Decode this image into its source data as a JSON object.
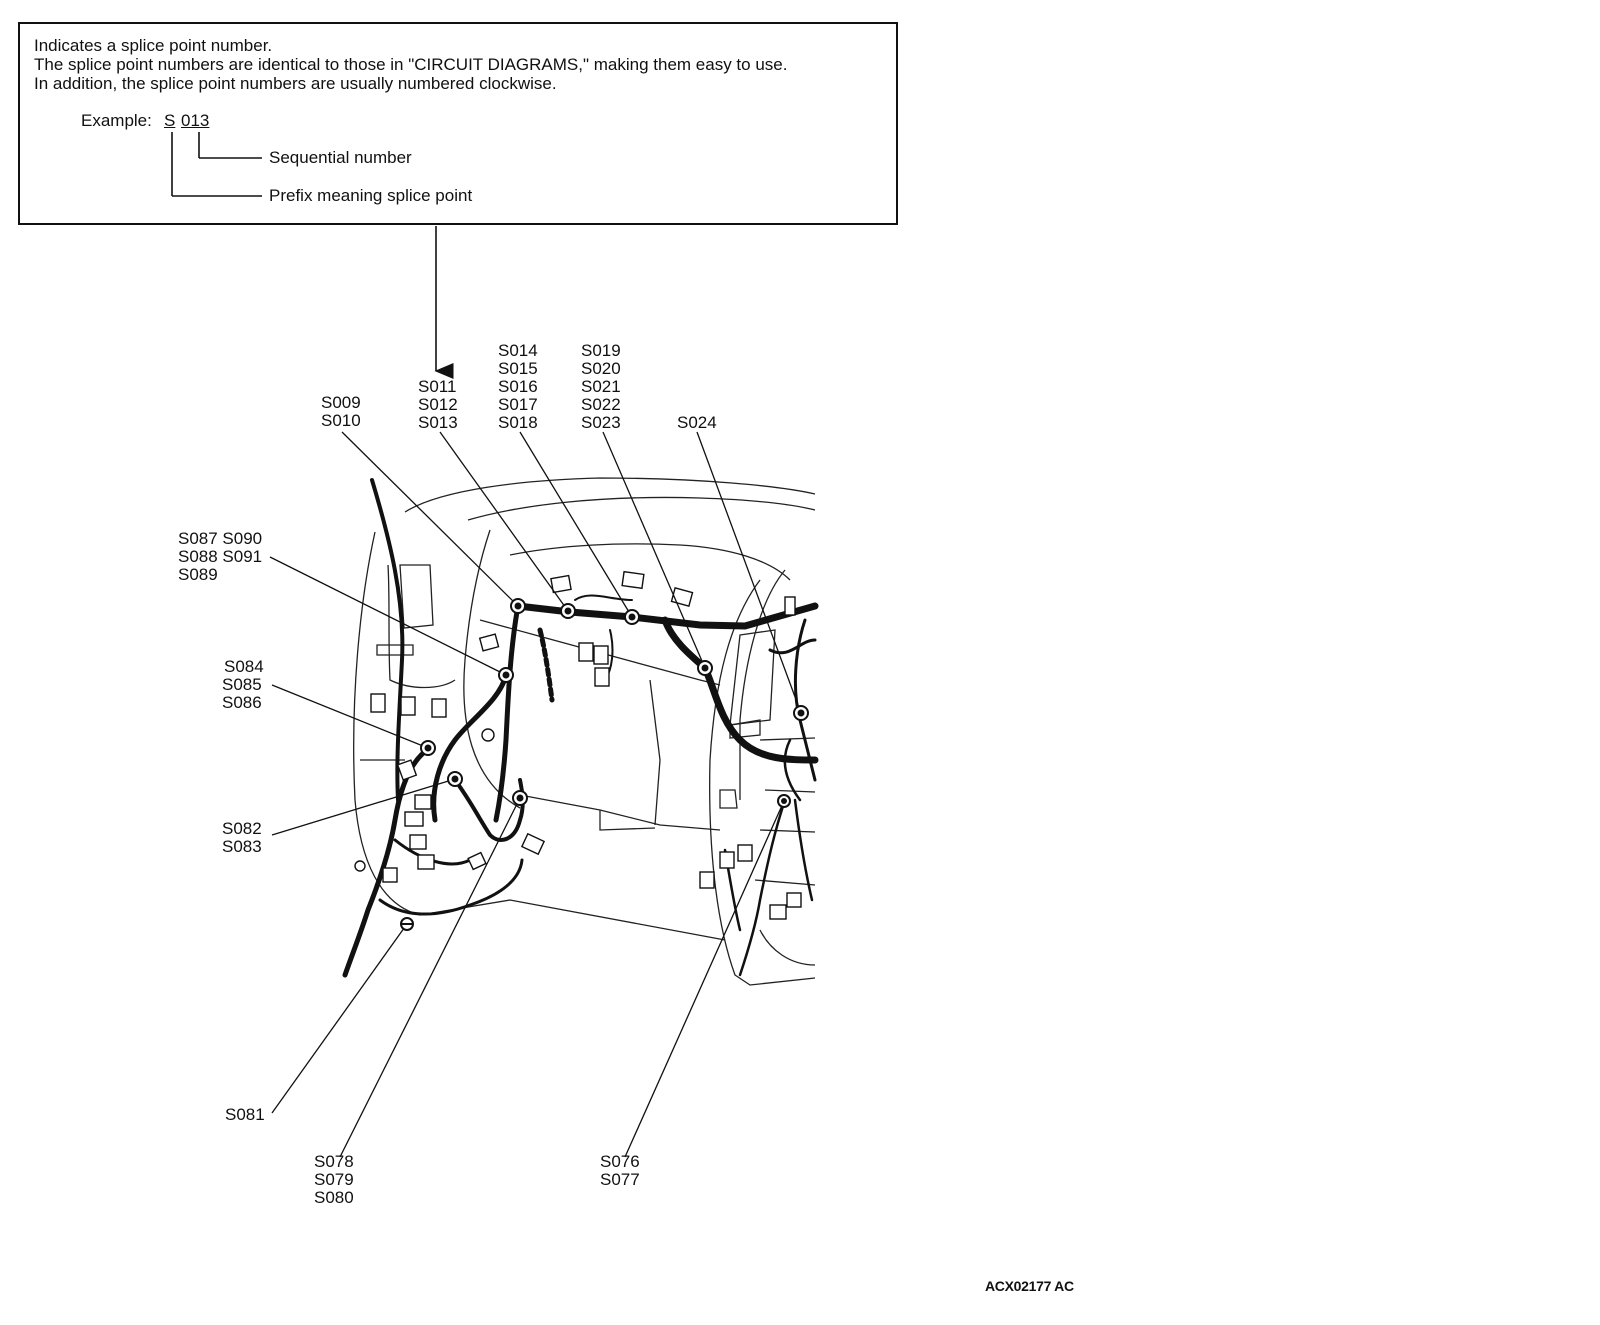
{
  "note": {
    "lines": [
      "Indicates a splice point number.",
      "The splice point numbers are identical to those in \"CIRCUIT DIAGRAMS,\" making them easy to use.",
      "In addition, the splice point numbers are usually numbered clockwise."
    ],
    "example_label": "Example:",
    "example_prefix": "S",
    "example_number": "013",
    "sequential_label": "Sequential number",
    "prefix_label": "Prefix meaning splice point"
  },
  "splice_labels": [
    [
      "S009",
      "S010"
    ],
    [
      "S011",
      "S012",
      "S013"
    ],
    [
      "S014",
      "S015",
      "S016",
      "S017",
      "S018"
    ],
    [
      "S019",
      "S020",
      "S021",
      "S022",
      "S023"
    ],
    [
      "S024"
    ],
    [
      "S087 S090",
      "S088 S091",
      "S089"
    ],
    [
      "S084",
      "S085",
      "S086"
    ],
    [
      "S082",
      "S083"
    ],
    [
      "S081"
    ],
    [
      "S078",
      "S079",
      "S080"
    ],
    [
      "S076",
      "S077"
    ]
  ],
  "figure_code": "ACX02177 AC"
}
